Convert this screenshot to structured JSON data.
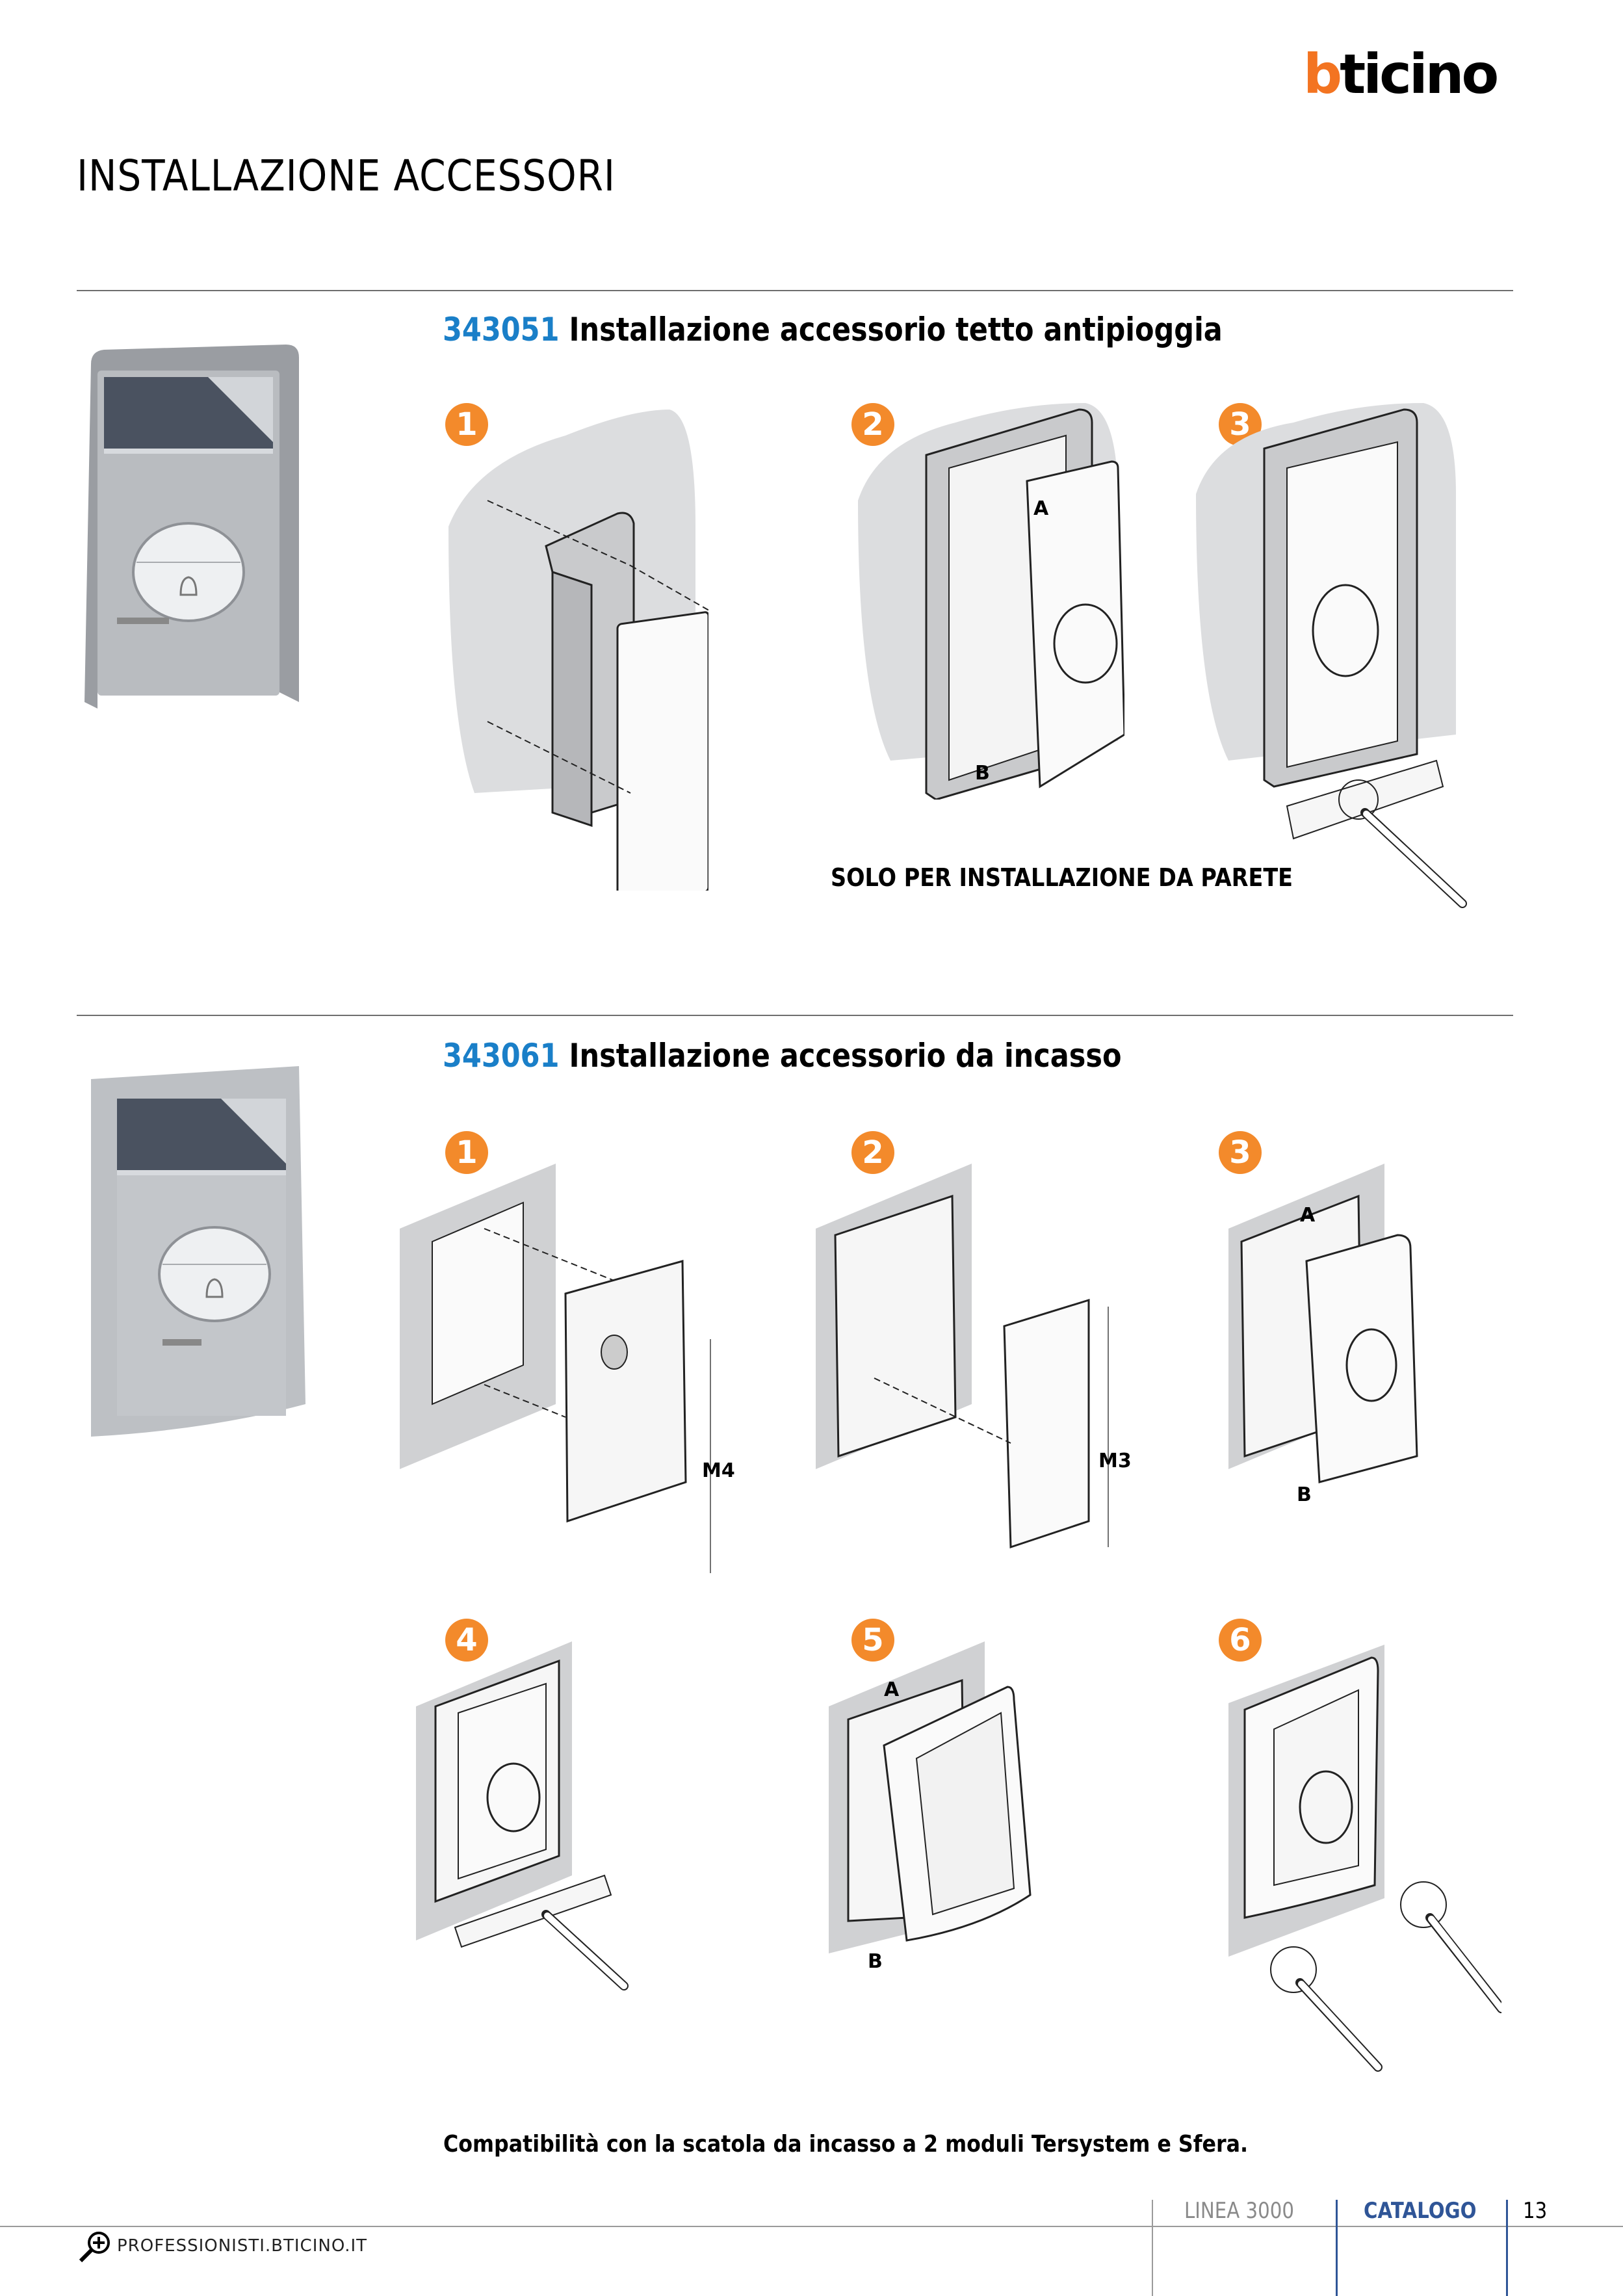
{
  "brand": {
    "logo_first": "b",
    "logo_rest": "ticino",
    "logo_color": "#f37421"
  },
  "page": {
    "title": "INSTALLAZIONE ACCESSORI"
  },
  "sections": [
    {
      "code": "343051",
      "title": "Installazione accessorio tetto antipioggia",
      "product_photo": "door-entry-panel-with-rain-canopy",
      "steps": [
        {
          "number": "1",
          "callouts": []
        },
        {
          "number": "2",
          "callouts": [
            "A",
            "B"
          ]
        },
        {
          "number": "3",
          "callouts": []
        }
      ],
      "note": "SOLO PER INSTALLAZIONE DA PARETE"
    },
    {
      "code": "343061",
      "title": "Installazione accessorio da incasso",
      "product_photo": "door-entry-panel-flush-mount",
      "steps": [
        {
          "number": "1",
          "callouts": [
            "M4"
          ]
        },
        {
          "number": "2",
          "callouts": [
            "M3"
          ]
        },
        {
          "number": "3",
          "callouts": [
            "A",
            "B"
          ]
        },
        {
          "number": "4",
          "callouts": []
        },
        {
          "number": "5",
          "callouts": [
            "A",
            "B"
          ]
        },
        {
          "number": "6",
          "callouts": []
        }
      ],
      "note": "Compatibilità con la scatola da incasso a 2 moduli Tersystem e Sfera."
    }
  ],
  "colors": {
    "accent_blue": "#1a7fc8",
    "step_orange": "#f38a2b",
    "footer_blue": "#2f5597"
  },
  "footer": {
    "series": "LINEA 3000",
    "section": "CATALOGO",
    "page_number": "13",
    "website": "PROFESSIONISTI.BTICINO.IT",
    "website_icon": "zoom-plus-icon"
  }
}
